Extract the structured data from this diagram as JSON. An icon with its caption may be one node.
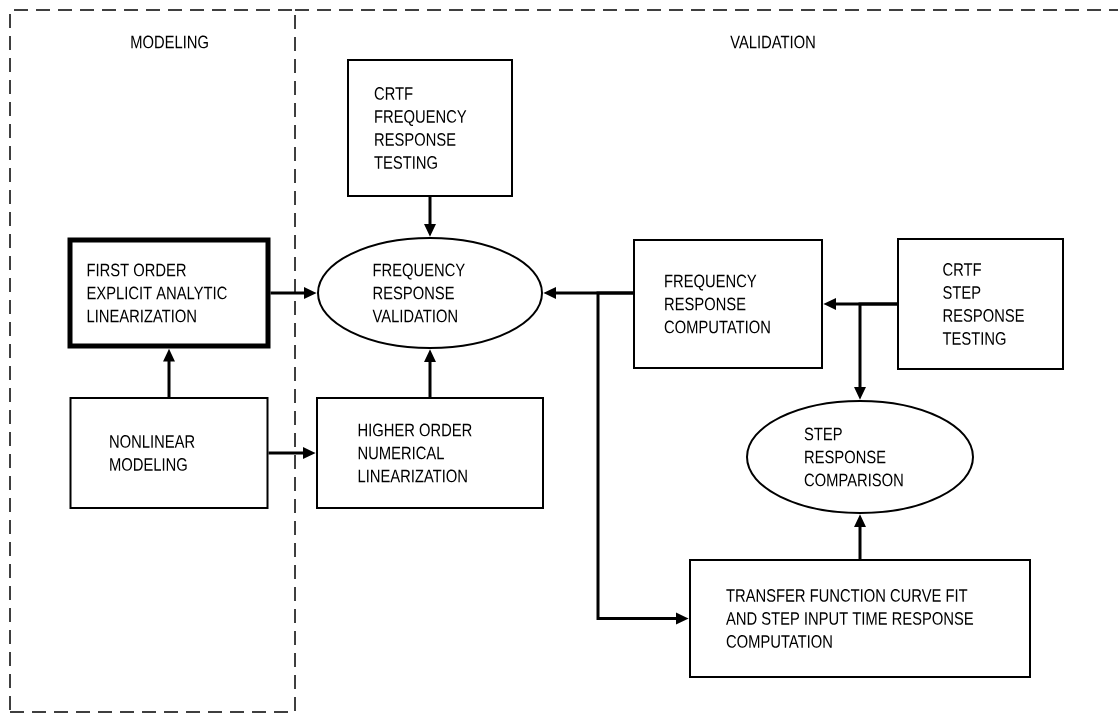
{
  "diagram": {
    "nodes": [
      {
        "text": [
          "MODELING"
        ]
      },
      {
        "text": [
          "VALIDATION"
        ]
      },
      {
        "text": [
          "FIRST ORDER EXPLICIT ANALYTIC LINEARIZATION"
        ],
        "in": 0
      },
      {
        "text": [
          "NONLINEAR MODELING"
        ],
        "in": 0
      },
      {
        "text": [
          "CRTF FREQUENCY RESPONSE TESTING"
        ]
      },
      {
        "text": [
          "FREQUENCY RESPONSE VALIDATION"
        ]
      },
      {
        "text": [
          "HIGHER ORDER NUMERICAL LINEARIZATION"
        ]
      },
      {
        "text": [
          "FREQUENCY RESPONSE COMPUTATION"
        ]
      },
      {
        "text": [
          "CRTF STEP RESPONSE TESTING"
        ]
      },
      {
        "text": [
          "STEP RESPONSE COMPARISON"
        ]
      },
      {
        "text": [
          "TRANSFER FUNCTION CURVE FIT AND STEP INPUT TIME RESPONSE COMPUTATION"
        ]
      }
    ],
    "edges": [
      {
        "from": 3,
        "to": 2,
        "arrow": "to"
      },
      {
        "from": 2,
        "to": 5,
        "arrow": "to"
      },
      {
        "from": 4,
        "to": 5,
        "arrow": "to"
      },
      {
        "from": 6,
        "to": 5,
        "arrow": "to"
      },
      {
        "from": 3,
        "to": 6,
        "arrow": "to"
      },
      {
        "from": 7,
        "to": 5,
        "arrow": "to"
      },
      {
        "from": 7,
        "to": 10,
        "arrow": "to"
      },
      {
        "from": 8,
        "to": 7,
        "arrow": "to"
      },
      {
        "from": 8,
        "to": 9,
        "arrow": "to"
      },
      {
        "from": 10,
        "to": 9,
        "arrow": "to"
      }
    ]
  }
}
